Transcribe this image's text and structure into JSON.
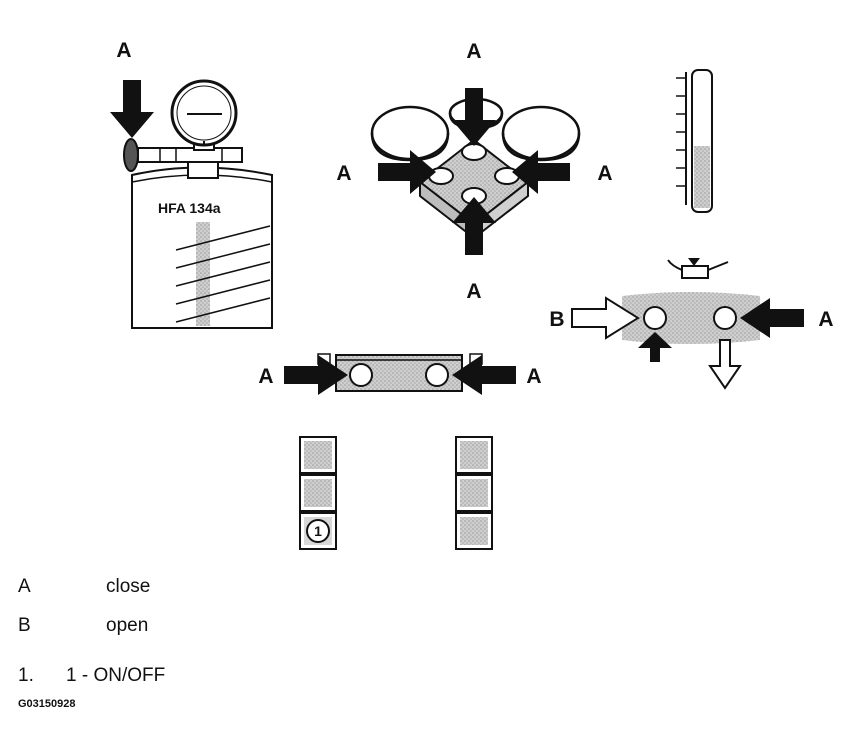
{
  "labels": {
    "close": "A",
    "open": "B",
    "bottle": "HFA 134a",
    "switch_number": "1"
  },
  "legend": [
    {
      "key": "A",
      "text": "close"
    },
    {
      "key": "B",
      "text": "open"
    }
  ],
  "note": {
    "number": "1.",
    "text": "1 - ON/OFF"
  },
  "figure_code": "G03150928",
  "colors": {
    "ink": "#111111",
    "gray_fill": "#bdbdbd",
    "light_fill": "#e6e6e6"
  }
}
